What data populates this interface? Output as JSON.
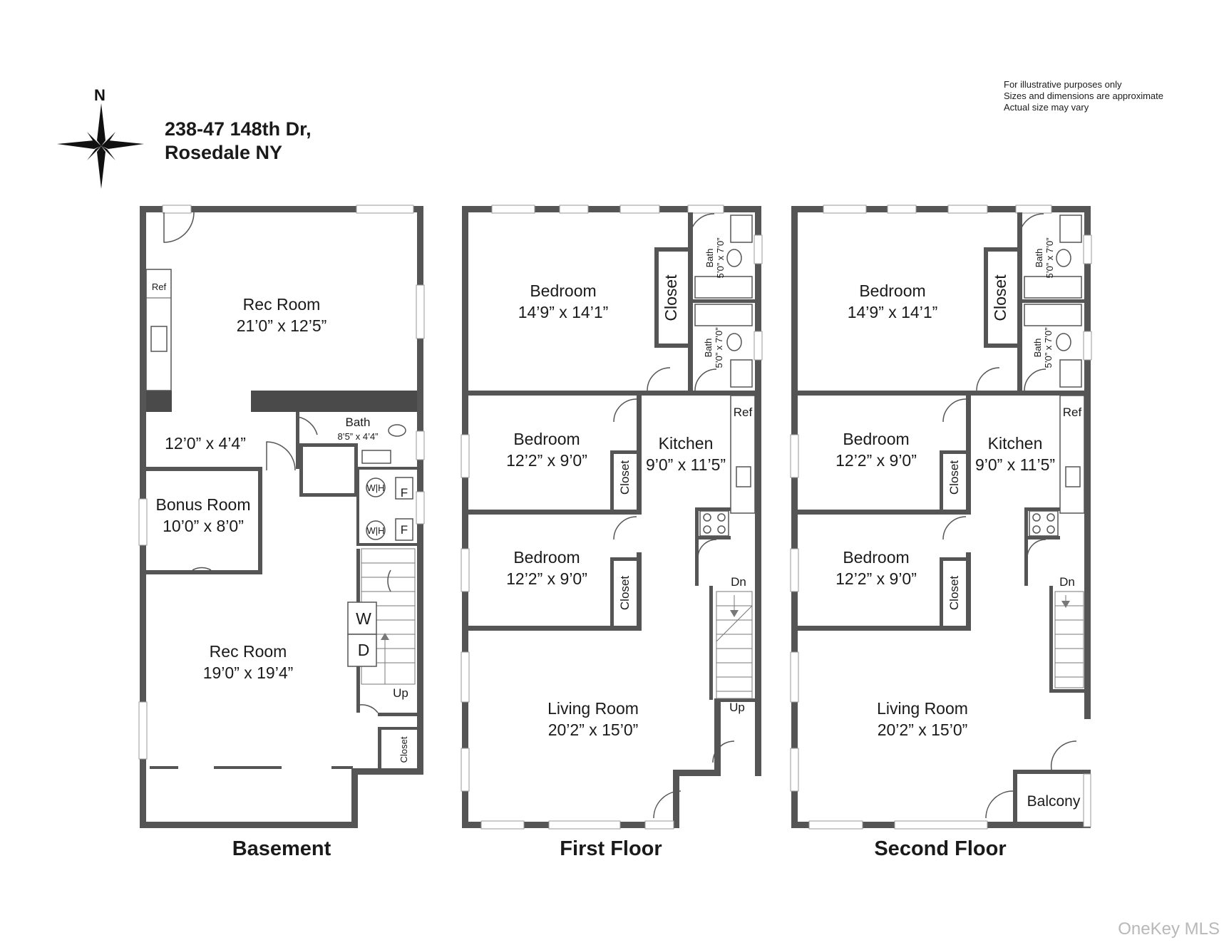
{
  "header": {
    "address_line1": "238-47 148th Dr,",
    "address_line2": "Rosedale NY",
    "compass_label": "N"
  },
  "disclaimer": {
    "line1": "For illustrative purposes only",
    "line2": "Sizes and dimensions are approximate",
    "line3": "Actual size may vary"
  },
  "basement": {
    "title": "Basement",
    "rec_room_top": {
      "name": "Rec Room",
      "size": "21’0” x 12’5”"
    },
    "hall": {
      "size": "12’0” x 4’4”"
    },
    "bath": {
      "name": "Bath",
      "size": "8’5” x 4’4”"
    },
    "bonus_room": {
      "name": "Bonus Room",
      "size": "10’0” x 8’0”"
    },
    "rec_room_bottom": {
      "name": "Rec Room",
      "size": "19’0” x 19’4”"
    },
    "ref": "Ref",
    "wh": "W|H",
    "furnace": "F",
    "washer": "W",
    "dryer": "D",
    "up": "Up",
    "closet": "Closet"
  },
  "first_floor": {
    "title": "First Floor",
    "bedroom_1": {
      "name": "Bedroom",
      "size": "14’9” x 14’1”"
    },
    "bedroom_2": {
      "name": "Bedroom",
      "size": "12’2” x 9’0”"
    },
    "bedroom_3": {
      "name": "Bedroom",
      "size": "12’2” x 9’0”"
    },
    "kitchen": {
      "name": "Kitchen",
      "size": "9’0” x 11’5”"
    },
    "living_room": {
      "name": "Living Room",
      "size": "20’2” x 15’0”"
    },
    "bath_1": {
      "name": "Bath",
      "size": "5’0” x 7’0”"
    },
    "bath_2": {
      "name": "Bath",
      "size": "5’0” x 7’0”"
    },
    "closet": "Closet",
    "ref": "Ref",
    "dn": "Dn",
    "up": "Up"
  },
  "second_floor": {
    "title": "Second Floor",
    "bedroom_1": {
      "name": "Bedroom",
      "size": "14’9” x 14’1”"
    },
    "bedroom_2": {
      "name": "Bedroom",
      "size": "12’2” x 9’0”"
    },
    "bedroom_3": {
      "name": "Bedroom",
      "size": "12’2” x 9’0”"
    },
    "kitchen": {
      "name": "Kitchen",
      "size": "9’0” x 11’5”"
    },
    "living_room": {
      "name": "Living Room",
      "size": "20’2” x 15’0”"
    },
    "bath_1": {
      "name": "Bath",
      "size": "5’0” x 7’0”"
    },
    "bath_2": {
      "name": "Bath",
      "size": "5’0” x 7’0”"
    },
    "closet": "Closet",
    "ref": "Ref",
    "dn": "Dn",
    "balcony": "Balcony"
  },
  "watermark": "OneKey MLS",
  "colors": {
    "wall": "#555555",
    "text": "#1a1a1a",
    "background": "#ffffff",
    "watermark": "#b8b8b8"
  }
}
